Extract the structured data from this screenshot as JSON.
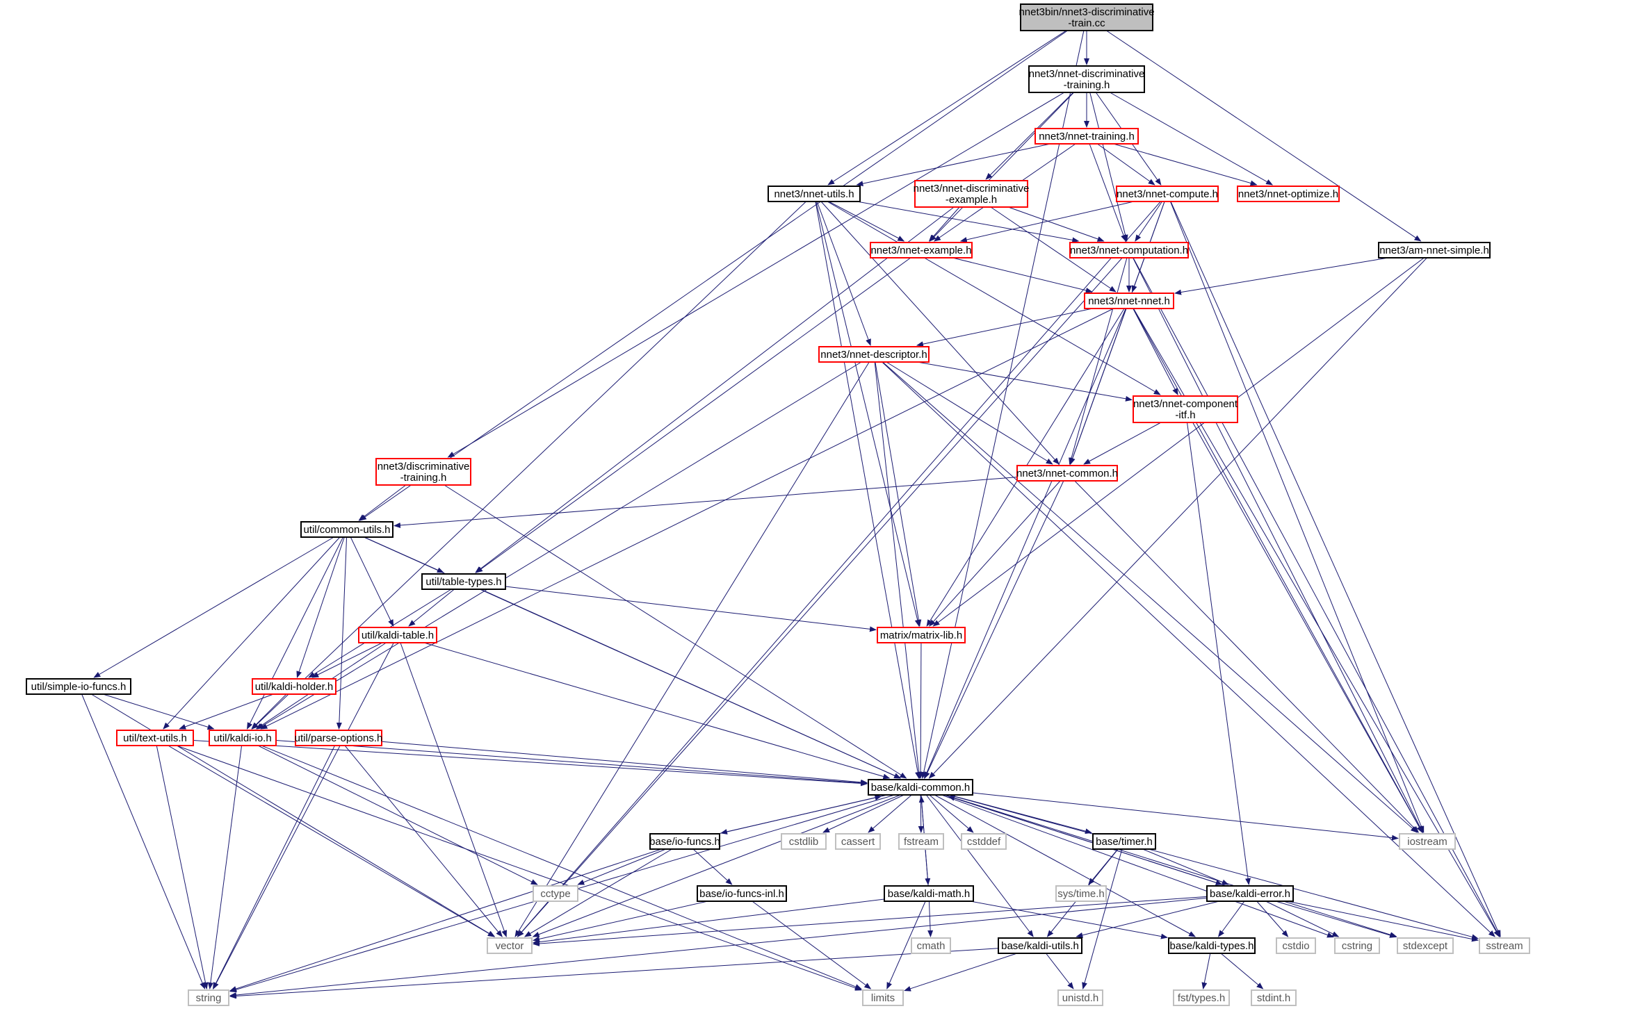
{
  "diagram": {
    "colors": {
      "edge": "#191970",
      "root_fill": "#bfbfbf",
      "root_border": "#000000",
      "project_border": "#000000",
      "truncated_border": "#ff0000",
      "system_border": "#bfbfbf",
      "system_text": "#555555"
    },
    "nodes": [
      {
        "id": "root",
        "lines": [
          "nnet3bin/nnet3-discriminative",
          "-train.cc"
        ],
        "kind": "root"
      },
      {
        "id": "ndtraining",
        "lines": [
          "nnet3/nnet-discriminative",
          "-training.h"
        ],
        "kind": "project"
      },
      {
        "id": "ntraining",
        "lines": [
          "nnet3/nnet-training.h"
        ],
        "kind": "truncated"
      },
      {
        "id": "nutils",
        "lines": [
          "nnet3/nnet-utils.h"
        ],
        "kind": "project"
      },
      {
        "id": "ndexample",
        "lines": [
          "nnet3/nnet-discriminative",
          "-example.h"
        ],
        "kind": "truncated"
      },
      {
        "id": "ncompute",
        "lines": [
          "nnet3/nnet-compute.h"
        ],
        "kind": "truncated"
      },
      {
        "id": "noptimize",
        "lines": [
          "nnet3/nnet-optimize.h"
        ],
        "kind": "truncated"
      },
      {
        "id": "nexample",
        "lines": [
          "nnet3/nnet-example.h"
        ],
        "kind": "truncated"
      },
      {
        "id": "ncomputation",
        "lines": [
          "nnet3/nnet-computation.h"
        ],
        "kind": "truncated"
      },
      {
        "id": "amsimple",
        "lines": [
          "nnet3/am-nnet-simple.h"
        ],
        "kind": "project"
      },
      {
        "id": "nnnet",
        "lines": [
          "nnet3/nnet-nnet.h"
        ],
        "kind": "truncated"
      },
      {
        "id": "ndescriptor",
        "lines": [
          "nnet3/nnet-descriptor.h"
        ],
        "kind": "truncated"
      },
      {
        "id": "ncomponent",
        "lines": [
          "nnet3/nnet-component",
          "-itf.h"
        ],
        "kind": "truncated"
      },
      {
        "id": "dtraining",
        "lines": [
          "nnet3/discriminative",
          "-training.h"
        ],
        "kind": "truncated"
      },
      {
        "id": "ncommon",
        "lines": [
          "nnet3/nnet-common.h"
        ],
        "kind": "truncated"
      },
      {
        "id": "commonutils",
        "lines": [
          "util/common-utils.h"
        ],
        "kind": "project"
      },
      {
        "id": "tabletypes",
        "lines": [
          "util/table-types.h"
        ],
        "kind": "project"
      },
      {
        "id": "kaldtable",
        "lines": [
          "util/kaldi-table.h"
        ],
        "kind": "truncated"
      },
      {
        "id": "matrixlib",
        "lines": [
          "matrix/matrix-lib.h"
        ],
        "kind": "truncated"
      },
      {
        "id": "simpleio",
        "lines": [
          "util/simple-io-funcs.h"
        ],
        "kind": "project"
      },
      {
        "id": "holder",
        "lines": [
          "util/kaldi-holder.h"
        ],
        "kind": "truncated"
      },
      {
        "id": "textutils",
        "lines": [
          "util/text-utils.h"
        ],
        "kind": "truncated"
      },
      {
        "id": "kaldiio",
        "lines": [
          "util/kaldi-io.h"
        ],
        "kind": "truncated"
      },
      {
        "id": "parseopts",
        "lines": [
          "util/parse-options.h"
        ],
        "kind": "truncated"
      },
      {
        "id": "kcommon",
        "lines": [
          "base/kaldi-common.h"
        ],
        "kind": "project"
      },
      {
        "id": "iofuncs",
        "lines": [
          "base/io-funcs.h"
        ],
        "kind": "project"
      },
      {
        "id": "cstdlib",
        "lines": [
          "cstdlib"
        ],
        "kind": "system"
      },
      {
        "id": "cassert",
        "lines": [
          "cassert"
        ],
        "kind": "system"
      },
      {
        "id": "fstream",
        "lines": [
          "fstream"
        ],
        "kind": "system"
      },
      {
        "id": "cstddef",
        "lines": [
          "cstddef"
        ],
        "kind": "system"
      },
      {
        "id": "timer",
        "lines": [
          "base/timer.h"
        ],
        "kind": "project"
      },
      {
        "id": "iostream",
        "lines": [
          "iostream"
        ],
        "kind": "system"
      },
      {
        "id": "cctype",
        "lines": [
          "cctype"
        ],
        "kind": "system"
      },
      {
        "id": "iofuncsinl",
        "lines": [
          "base/io-funcs-inl.h"
        ],
        "kind": "project"
      },
      {
        "id": "kmath",
        "lines": [
          "base/kaldi-math.h"
        ],
        "kind": "project"
      },
      {
        "id": "systime",
        "lines": [
          "sys/time.h"
        ],
        "kind": "system"
      },
      {
        "id": "kerror",
        "lines": [
          "base/kaldi-error.h"
        ],
        "kind": "project"
      },
      {
        "id": "vector",
        "lines": [
          "vector"
        ],
        "kind": "system"
      },
      {
        "id": "cmath",
        "lines": [
          "cmath"
        ],
        "kind": "system"
      },
      {
        "id": "kutils",
        "lines": [
          "base/kaldi-utils.h"
        ],
        "kind": "project"
      },
      {
        "id": "ktypes",
        "lines": [
          "base/kaldi-types.h"
        ],
        "kind": "project"
      },
      {
        "id": "cstdio",
        "lines": [
          "cstdio"
        ],
        "kind": "system"
      },
      {
        "id": "cstring",
        "lines": [
          "cstring"
        ],
        "kind": "system"
      },
      {
        "id": "stdexcept",
        "lines": [
          "stdexcept"
        ],
        "kind": "system"
      },
      {
        "id": "sstream",
        "lines": [
          "sstream"
        ],
        "kind": "system"
      },
      {
        "id": "string",
        "lines": [
          "string"
        ],
        "kind": "system"
      },
      {
        "id": "limits",
        "lines": [
          "limits"
        ],
        "kind": "system"
      },
      {
        "id": "unistd",
        "lines": [
          "unistd.h"
        ],
        "kind": "system"
      },
      {
        "id": "fsttypes",
        "lines": [
          "fst/types.h"
        ],
        "kind": "system"
      },
      {
        "id": "stdint",
        "lines": [
          "stdint.h"
        ],
        "kind": "system"
      }
    ],
    "edges": [
      [
        "root",
        "ndtraining"
      ],
      [
        "root",
        "nutils"
      ],
      [
        "root",
        "amsimple"
      ],
      [
        "root",
        "commonutils"
      ],
      [
        "root",
        "kcommon"
      ],
      [
        "ndtraining",
        "ntraining"
      ],
      [
        "ndtraining",
        "ndexample"
      ],
      [
        "ndtraining",
        "ncompute"
      ],
      [
        "ndtraining",
        "noptimize"
      ],
      [
        "ndtraining",
        "nexample"
      ],
      [
        "ndtraining",
        "ncomputation"
      ],
      [
        "ndtraining",
        "dtraining"
      ],
      [
        "ntraining",
        "nutils"
      ],
      [
        "ntraining",
        "ncompute"
      ],
      [
        "ntraining",
        "noptimize"
      ],
      [
        "ntraining",
        "nexample"
      ],
      [
        "ntraining",
        "ncomputation"
      ],
      [
        "nutils",
        "nexample"
      ],
      [
        "nutils",
        "ncomputation"
      ],
      [
        "nutils",
        "ndescriptor"
      ],
      [
        "nutils",
        "ncomponent"
      ],
      [
        "nutils",
        "ncommon"
      ],
      [
        "nutils",
        "matrixlib"
      ],
      [
        "nutils",
        "kaldiio"
      ],
      [
        "nutils",
        "kcommon"
      ],
      [
        "ndexample",
        "nexample"
      ],
      [
        "ndexample",
        "ncomputation"
      ],
      [
        "ndexample",
        "nnnet"
      ],
      [
        "ndexample",
        "tabletypes"
      ],
      [
        "ncompute",
        "nexample"
      ],
      [
        "ncompute",
        "ncomputation"
      ],
      [
        "ncompute",
        "nnnet"
      ],
      [
        "ncompute",
        "ncommon"
      ],
      [
        "ncompute",
        "iostream"
      ],
      [
        "ncompute",
        "sstream"
      ],
      [
        "ncompute",
        "vector"
      ],
      [
        "nexample",
        "nnnet"
      ],
      [
        "nexample",
        "tabletypes"
      ],
      [
        "ncomputation",
        "nnnet"
      ],
      [
        "ncomputation",
        "ncommon"
      ],
      [
        "ncomputation",
        "iostream"
      ],
      [
        "ncomputation",
        "sstream"
      ],
      [
        "ncomputation",
        "vector"
      ],
      [
        "amsimple",
        "nnnet"
      ],
      [
        "amsimple",
        "matrixlib"
      ],
      [
        "amsimple",
        "kcommon"
      ],
      [
        "nnnet",
        "ndescriptor"
      ],
      [
        "nnnet",
        "ncomponent"
      ],
      [
        "nnnet",
        "ncommon"
      ],
      [
        "nnnet",
        "matrixlib"
      ],
      [
        "nnnet",
        "kcommon"
      ],
      [
        "nnnet",
        "kaldiio"
      ],
      [
        "nnnet",
        "iostream"
      ],
      [
        "nnnet",
        "sstream"
      ],
      [
        "ndescriptor",
        "ncomponent"
      ],
      [
        "ndescriptor",
        "ncommon"
      ],
      [
        "ndescriptor",
        "matrixlib"
      ],
      [
        "ndescriptor",
        "kcommon"
      ],
      [
        "ndescriptor",
        "kaldiio"
      ],
      [
        "ndescriptor",
        "vector"
      ],
      [
        "ndescriptor",
        "iostream"
      ],
      [
        "ndescriptor",
        "sstream"
      ],
      [
        "ncomponent",
        "ncommon"
      ],
      [
        "ncomponent",
        "kerror"
      ],
      [
        "ncomponent",
        "iostream"
      ],
      [
        "dtraining",
        "commonutils"
      ],
      [
        "dtraining",
        "kcommon"
      ],
      [
        "ncommon",
        "commonutils"
      ],
      [
        "ncommon",
        "matrixlib"
      ],
      [
        "ncommon",
        "kcommon"
      ],
      [
        "ncommon",
        "iostream"
      ],
      [
        "commonutils",
        "tabletypes"
      ],
      [
        "commonutils",
        "kaldtable"
      ],
      [
        "commonutils",
        "simpleio"
      ],
      [
        "commonutils",
        "holder"
      ],
      [
        "commonutils",
        "textutils"
      ],
      [
        "commonutils",
        "kaldiio"
      ],
      [
        "commonutils",
        "parseopts"
      ],
      [
        "commonutils",
        "kcommon"
      ],
      [
        "tabletypes",
        "kaldtable"
      ],
      [
        "tabletypes",
        "holder"
      ],
      [
        "tabletypes",
        "matrixlib"
      ],
      [
        "tabletypes",
        "kcommon"
      ],
      [
        "kaldtable",
        "holder"
      ],
      [
        "kaldtable",
        "kaldiio"
      ],
      [
        "kaldtable",
        "kcommon"
      ],
      [
        "kaldtable",
        "string"
      ],
      [
        "kaldtable",
        "vector"
      ],
      [
        "matrixlib",
        "kcommon"
      ],
      [
        "simpleio",
        "kaldiio"
      ],
      [
        "simpleio",
        "string"
      ],
      [
        "simpleio",
        "vector"
      ],
      [
        "holder",
        "kaldiio"
      ],
      [
        "holder",
        "textutils"
      ],
      [
        "textutils",
        "kcommon"
      ],
      [
        "textutils",
        "string"
      ],
      [
        "textutils",
        "vector"
      ],
      [
        "textutils",
        "limits"
      ],
      [
        "kaldiio",
        "kcommon"
      ],
      [
        "kaldiio",
        "string"
      ],
      [
        "kaldiio",
        "limits"
      ],
      [
        "kaldiio",
        "cctype"
      ],
      [
        "parseopts",
        "kcommon"
      ],
      [
        "parseopts",
        "string"
      ],
      [
        "parseopts",
        "vector"
      ],
      [
        "kcommon",
        "iofuncs"
      ],
      [
        "kcommon",
        "cstdlib"
      ],
      [
        "kcommon",
        "cassert"
      ],
      [
        "kcommon",
        "fstream"
      ],
      [
        "kcommon",
        "cstddef"
      ],
      [
        "kcommon",
        "timer"
      ],
      [
        "kcommon",
        "iostream"
      ],
      [
        "kcommon",
        "kmath"
      ],
      [
        "kcommon",
        "kerror"
      ],
      [
        "kcommon",
        "kutils"
      ],
      [
        "kcommon",
        "ktypes"
      ],
      [
        "kcommon",
        "cstring"
      ],
      [
        "kcommon",
        "stdexcept"
      ],
      [
        "kcommon",
        "sstream"
      ],
      [
        "kcommon",
        "string"
      ],
      [
        "kcommon",
        "vector"
      ],
      [
        "iofuncs",
        "kcommon"
      ],
      [
        "iofuncs",
        "iofuncsinl"
      ],
      [
        "iofuncs",
        "cctype"
      ],
      [
        "iofuncs",
        "vector"
      ],
      [
        "iofuncs",
        "string"
      ],
      [
        "iofuncsinl",
        "vector"
      ],
      [
        "iofuncsinl",
        "limits"
      ],
      [
        "timer",
        "kerror"
      ],
      [
        "timer",
        "kutils"
      ],
      [
        "timer",
        "systime"
      ],
      [
        "timer",
        "unistd"
      ],
      [
        "kmath",
        "kcommon"
      ],
      [
        "kmath",
        "ktypes"
      ],
      [
        "kmath",
        "vector"
      ],
      [
        "kmath",
        "cmath"
      ],
      [
        "kmath",
        "limits"
      ],
      [
        "kerror",
        "kcommon"
      ],
      [
        "kerror",
        "kutils"
      ],
      [
        "kerror",
        "ktypes"
      ],
      [
        "kerror",
        "cstdio"
      ],
      [
        "kerror",
        "cstring"
      ],
      [
        "kerror",
        "stdexcept"
      ],
      [
        "kerror",
        "sstream"
      ],
      [
        "kerror",
        "vector"
      ],
      [
        "kerror",
        "string"
      ],
      [
        "kutils",
        "string"
      ],
      [
        "kutils",
        "limits"
      ],
      [
        "kutils",
        "unistd"
      ],
      [
        "ktypes",
        "fsttypes"
      ],
      [
        "ktypes",
        "stdint"
      ]
    ]
  }
}
